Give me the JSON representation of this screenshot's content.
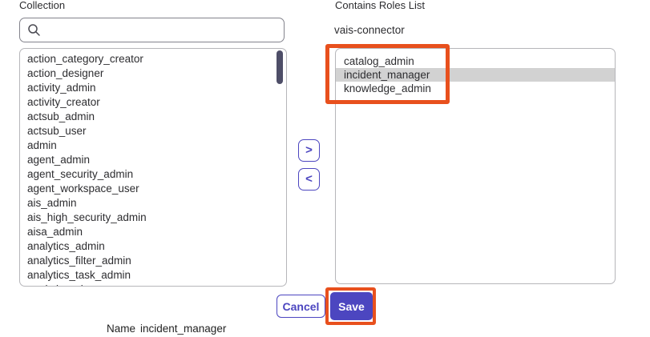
{
  "left_panel": {
    "label": "Collection",
    "search": {
      "placeholder": "",
      "value": ""
    },
    "items": [
      "action_category_creator",
      "action_designer",
      "activity_admin",
      "activity_creator",
      "actsub_admin",
      "actsub_user",
      "admin",
      "agent_admin",
      "agent_security_admin",
      "agent_workspace_user",
      "ais_admin",
      "ais_high_security_admin",
      "aisa_admin",
      "analytics_admin",
      "analytics_filter_admin",
      "analytics_task_admin",
      "analytics_viewer"
    ]
  },
  "transfer": {
    "add_label": ">",
    "remove_label": "<"
  },
  "right_panel": {
    "label": "Contains Roles List",
    "collection_name": "vais-connector",
    "items": [
      {
        "label": "catalog_admin",
        "selected": false
      },
      {
        "label": "incident_manager",
        "selected": true
      },
      {
        "label": "knowledge_admin",
        "selected": false
      }
    ]
  },
  "footer": {
    "cancel_label": "Cancel",
    "save_label": "Save",
    "name_label": "Name",
    "name_value": "incident_manager"
  },
  "colors": {
    "primary": "#4c46c0",
    "annotation": "#e8501d",
    "highlight": "#d2d2d2",
    "scrollthumb": "#4e4e68",
    "text": "#2d2d30"
  }
}
